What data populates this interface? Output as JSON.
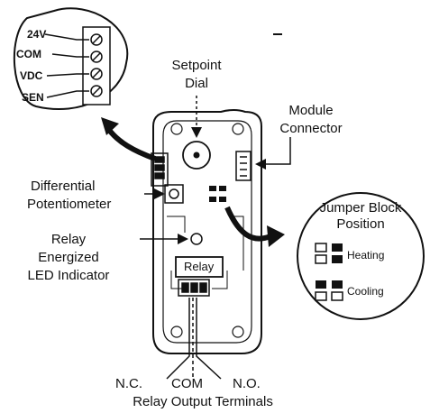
{
  "terminals": [
    "24V",
    "COM",
    "VDC",
    "SEN"
  ],
  "labels": {
    "setpoint_l1": "Setpoint",
    "setpoint_l2": "Dial",
    "module_l1": "Module",
    "module_l2": "Connector",
    "diff_l1": "Differential",
    "diff_l2": "Potentiometer",
    "relay_l1": "Relay",
    "relay_l2": "Energized",
    "relay_l3": "LED Indicator",
    "relay_box": "Relay",
    "nc": "N.C.",
    "com": "COM",
    "no": "N.O.",
    "outputs": "Relay Output Terminals"
  },
  "jumper_block": {
    "title_l1": "Jumper Block",
    "title_l2": "Position",
    "heating": "Heating",
    "cooling": "Cooling"
  }
}
